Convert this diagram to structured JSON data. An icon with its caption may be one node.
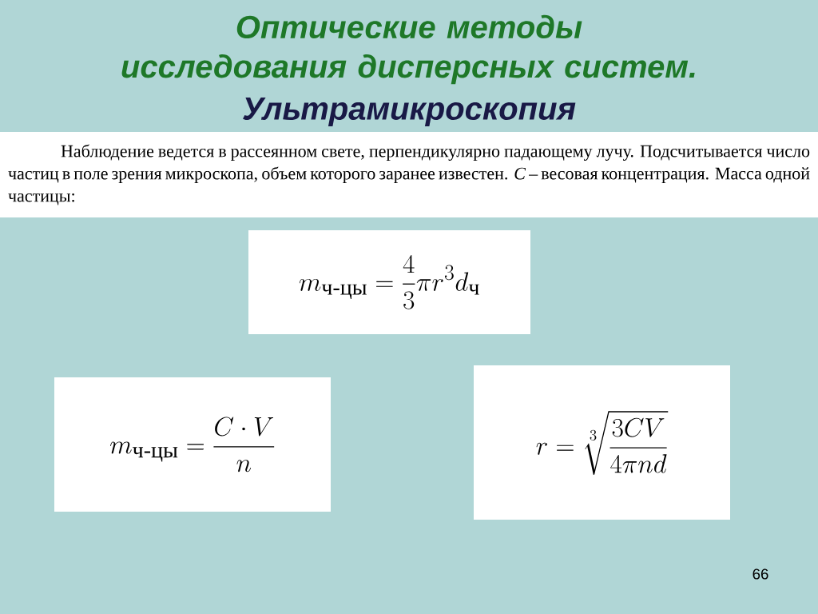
{
  "diagram": {
    "title": "Оптические методы исследования дисперсных систем.",
    "nodes": [
      {
        "text": [
          "Наблюдение ведется в рассеянном свете, перпендикулярно падающему лучу. Подсчитывается число частиц в поле зрения микроскопа, объем которого заранее известен. *C* – весовая концентрация. Масса одной частицы:"
        ]
      },
      {
        "text": [
          "m_{\\text{ч-цы}} = \\frac{4}{3}\\pi r^{3} d_{\\text{ч}}"
        ]
      },
      {
        "text": [
          "m_{\\text{ч-цы}} = \\frac{C\\cdot V}{n}"
        ]
      },
      {
        "text": [
          "r = \\sqrt[3]{\\frac{3CV}{4\\pi n d}}"
        ]
      }
    ],
    "labels": [
      "Ультрамикроскопия",
      "66"
    ]
  }
}
